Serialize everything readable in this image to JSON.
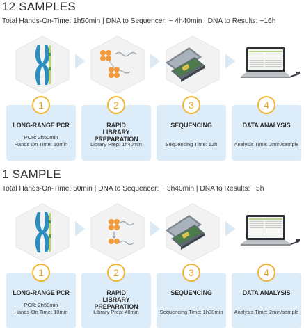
{
  "sections": [
    {
      "title": "12 SAMPLES",
      "subtitle": "Total Hands-On-Time: 1h50min | DNA to Sequencer: ~ 4h40min | DNA to Results: ~16h",
      "steps": [
        {
          "number": "1",
          "title_line1": "LONG-RANGE PCR",
          "title_line2": "",
          "detail_line1": "PCR: 2h50min",
          "detail_line2": "Hands On Time: 10min"
        },
        {
          "number": "2",
          "title_line1": "RAPID",
          "title_line2": "LIBRARY PREPARATION",
          "detail_line1": "Library Prep: 1h40min",
          "detail_line2": ""
        },
        {
          "number": "3",
          "title_line1": "SEQUENCING",
          "title_line2": "",
          "detail_line1": "Sequencing Time: 12h",
          "detail_line2": ""
        },
        {
          "number": "4",
          "title_line1": "DATA ANALYSIS",
          "title_line2": "",
          "detail_line1": "Analysis Time: 2min/sample",
          "detail_line2": ""
        }
      ]
    },
    {
      "title": "1 SAMPLE",
      "subtitle": "Total Hands-On-Time: 50min | DNA to Sequencer: ~ 3h40min | DNA to Results: ~5h",
      "steps": [
        {
          "number": "1",
          "title_line1": "LONG-RANGE PCR",
          "title_line2": "",
          "detail_line1": "PCR: 2h50min",
          "detail_line2": "Hands-On Time: 10min"
        },
        {
          "number": "2",
          "title_line1": "RAPID",
          "title_line2": "LIBRARY PREPARATION",
          "detail_line1": "Library Prep: 40min",
          "detail_line2": ""
        },
        {
          "number": "3",
          "title_line1": "SEQUENCING",
          "title_line2": "",
          "detail_line1": "Sequencing Time: 1h30min",
          "detail_line2": ""
        },
        {
          "number": "4",
          "title_line1": "DATA ANALYSIS",
          "title_line2": "",
          "detail_line1": "Analysis Time: 2min/sample",
          "detail_line2": ""
        }
      ]
    }
  ],
  "colors": {
    "card_bg": "#dcecf8",
    "number_ring": "#f0b537",
    "number_text": "#e5a42a",
    "arrow": "#dbe9f4",
    "chromosome": "#2a8fc0",
    "molecule": "#f09a3e"
  },
  "icons": [
    "chromosome-icon",
    "dna-molecule-icon",
    "sequencer-icon",
    "laptop-icon"
  ]
}
